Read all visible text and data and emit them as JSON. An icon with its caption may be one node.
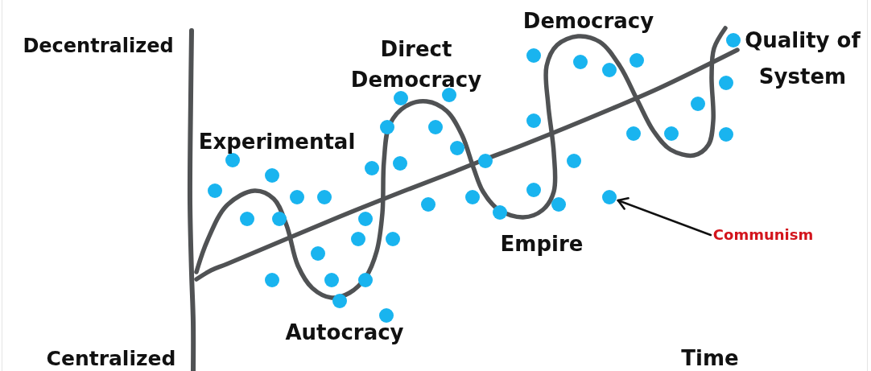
{
  "diagram": {
    "nodes": [
      {
        "text": [
          "Communism"
        ]
      },
      {
        "text": [],
        "shape": "circle"
      }
    ],
    "edges": [
      {
        "from": 0,
        "to": 1,
        "arrow": "to"
      }
    ],
    "labels": [
      "Democracy",
      "Decentralized",
      "Direct Democracy",
      "Quality of System",
      "Experimental",
      "Empire",
      "Autocracy",
      "Centralized",
      "Time"
    ]
  }
}
